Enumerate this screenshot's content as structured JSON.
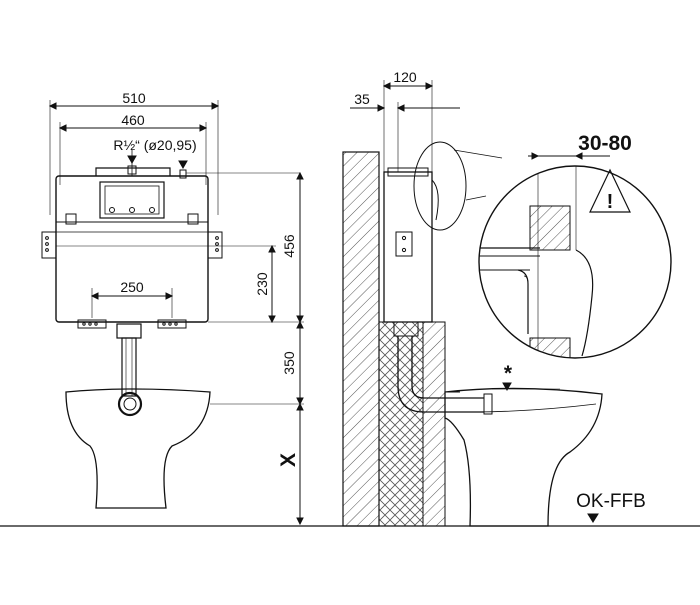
{
  "front_view": {
    "width_outer": "510",
    "width_inner": "460",
    "inlet_label": "R½“ (ø20,95)",
    "flush_spacing": "250",
    "mount_height": "230",
    "cistern_height": "456",
    "pipe_height": "350",
    "variable_height": "X"
  },
  "side_view": {
    "depth": "120",
    "offset": "35",
    "star": "*",
    "floor_label": "OK-FFB"
  },
  "detail": {
    "range": "30-80",
    "warning_glyph": "!"
  },
  "colors": {
    "line": "#111111",
    "hatch": "#555555",
    "background": "#ffffff"
  }
}
